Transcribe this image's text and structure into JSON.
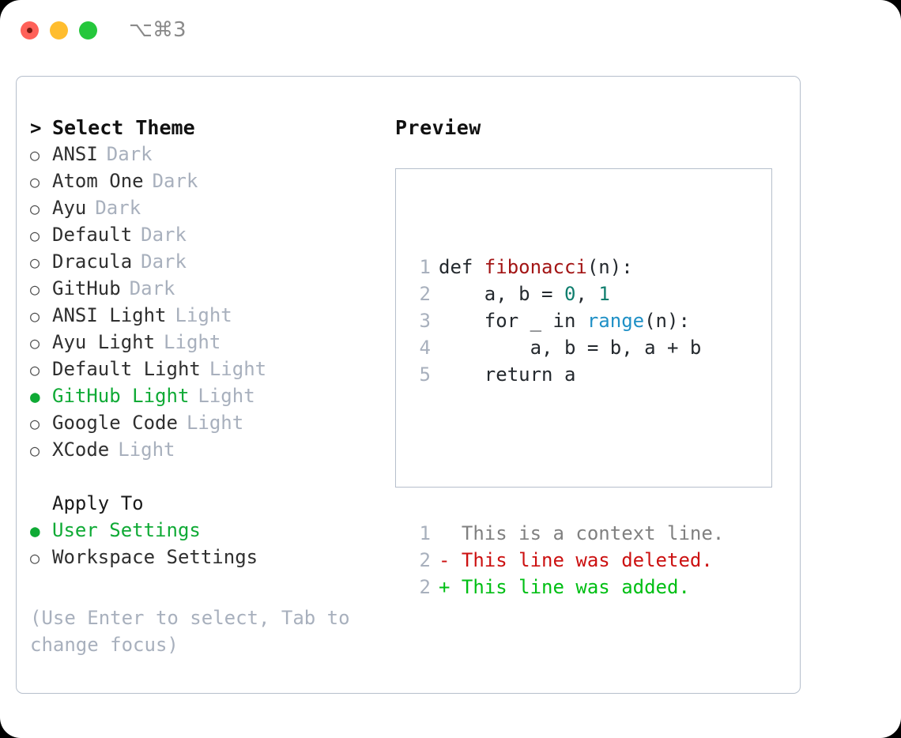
{
  "titlebar": {
    "shortcut": "⌥⌘3",
    "lights": [
      "close",
      "minimize",
      "zoom"
    ]
  },
  "left": {
    "header": {
      "marker": ">",
      "label": "Select Theme"
    },
    "themes": [
      {
        "marker": "○",
        "name": "ANSI",
        "variant": "Dark",
        "selected": false
      },
      {
        "marker": "○",
        "name": "Atom One",
        "variant": "Dark",
        "selected": false
      },
      {
        "marker": "○",
        "name": "Ayu",
        "variant": "Dark",
        "selected": false
      },
      {
        "marker": "○",
        "name": "Default",
        "variant": "Dark",
        "selected": false
      },
      {
        "marker": "○",
        "name": "Dracula",
        "variant": "Dark",
        "selected": false
      },
      {
        "marker": "○",
        "name": "GitHub",
        "variant": "Dark",
        "selected": false
      },
      {
        "marker": "○",
        "name": "ANSI Light",
        "variant": "Light",
        "selected": false
      },
      {
        "marker": "○",
        "name": "Ayu Light",
        "variant": "Light",
        "selected": false
      },
      {
        "marker": "○",
        "name": "Default Light",
        "variant": "Light",
        "selected": false
      },
      {
        "marker": "●",
        "name": "GitHub Light",
        "variant": "Light",
        "selected": true
      },
      {
        "marker": "○",
        "name": "Google Code",
        "variant": "Light",
        "selected": false
      },
      {
        "marker": "○",
        "name": "XCode",
        "variant": "Light",
        "selected": false
      }
    ],
    "apply_to": {
      "header": "Apply To",
      "options": [
        {
          "marker": "●",
          "label": "User Settings",
          "selected": true
        },
        {
          "marker": "○",
          "label": "Workspace Settings",
          "selected": false
        }
      ]
    },
    "hint": "(Use Enter to select, Tab to change focus)"
  },
  "right": {
    "preview_label": "Preview",
    "code_lines": [
      {
        "num": "1",
        "tokens": [
          {
            "text": "def ",
            "type": "plain"
          },
          {
            "text": "fibonacci",
            "type": "func"
          },
          {
            "text": "(n):",
            "type": "punct"
          }
        ]
      },
      {
        "num": "2",
        "tokens": [
          {
            "text": "    a, b = ",
            "type": "plain"
          },
          {
            "text": "0",
            "type": "num"
          },
          {
            "text": ", ",
            "type": "plain"
          },
          {
            "text": "1",
            "type": "num"
          }
        ]
      },
      {
        "num": "3",
        "tokens": [
          {
            "text": "    for _ in ",
            "type": "plain"
          },
          {
            "text": "range",
            "type": "builtin"
          },
          {
            "text": "(n):",
            "type": "punct"
          }
        ]
      },
      {
        "num": "4",
        "tokens": [
          {
            "text": "        a, b = b, a + b",
            "type": "plain"
          }
        ]
      },
      {
        "num": "5",
        "tokens": [
          {
            "text": "    return a",
            "type": "plain"
          }
        ]
      }
    ],
    "diff_lines": [
      {
        "num": "1",
        "sign": " ",
        "text": " This is a context line.",
        "type": "ctx"
      },
      {
        "num": "2",
        "sign": "-",
        "text": " This line was deleted.",
        "type": "del"
      },
      {
        "num": "2",
        "sign": "+",
        "text": " This line was added.",
        "type": "add"
      }
    ]
  },
  "colors": {
    "accent_green": "#0faa35",
    "muted": "#a8b0bd",
    "border": "#b6bfcc",
    "diff_add": "#00bf14",
    "diff_del": "#cc1111",
    "syntax_func": "#a31515",
    "syntax_num": "#0f7e6e",
    "syntax_builtin": "#1f90c6"
  }
}
